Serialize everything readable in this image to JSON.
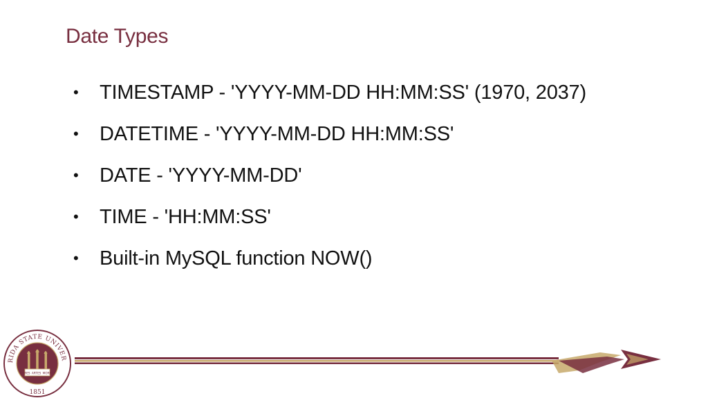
{
  "slide": {
    "title": "Date Types",
    "bullets": [
      {
        "text": "TIMESTAMP - 'YYYY-MM-DD HH:MM:SS' (1970, 2037)"
      },
      {
        "text": "DATETIME - 'YYYY-MM-DD HH:MM:SS'"
      },
      {
        "text": "DATE - 'YYYY-MM-DD'"
      },
      {
        "text": "TIME - 'HH:MM:SS'"
      },
      {
        "text": "Built-in MySQL function NOW()"
      }
    ]
  },
  "footer": {
    "seal_text_top": "FLORIDA STATE UNIVERSITY",
    "seal_year": "1851",
    "seal_motto_left": "VIRES",
    "seal_motto_mid": "ARTES",
    "seal_motto_right": "MORES",
    "accent_color": "#782f40",
    "gold_color": "#c7a96b"
  }
}
